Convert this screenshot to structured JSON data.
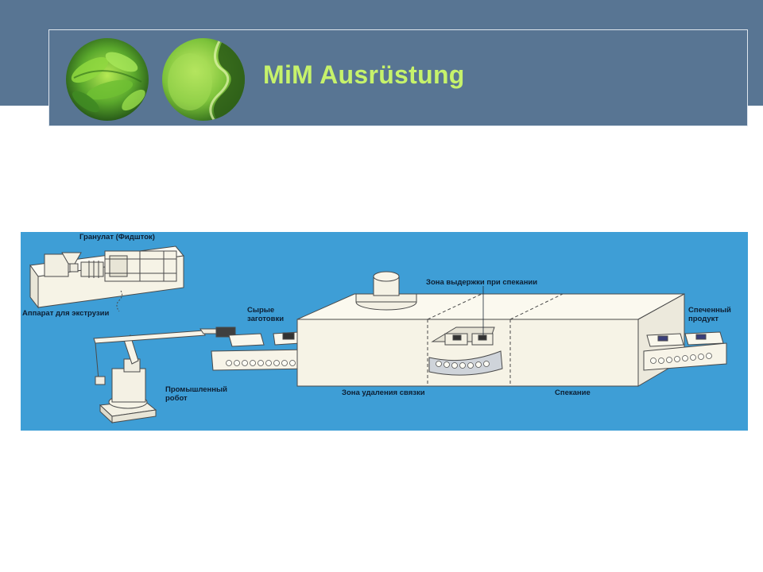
{
  "header": {
    "title": "MiM Ausrüstung",
    "title_color": "#c6f26b",
    "band_color": "#587593"
  },
  "diagram": {
    "background_color": "#3e9ed6",
    "labels": {
      "granulate": "Гранулат (Фидшток)",
      "extruder": "Аппарат для экструзии",
      "green_parts_line1": "Сырые",
      "green_parts_line2": "заготовки",
      "holding_zone": "Зона выдержки при спекании",
      "sintered_line1": "Спеченный",
      "sintered_line2": "продукт",
      "robot_line1": "Промышленный",
      "robot_line2": "робот",
      "debinding_zone": "Зона удаления связки",
      "sintering": "Спекание"
    }
  }
}
